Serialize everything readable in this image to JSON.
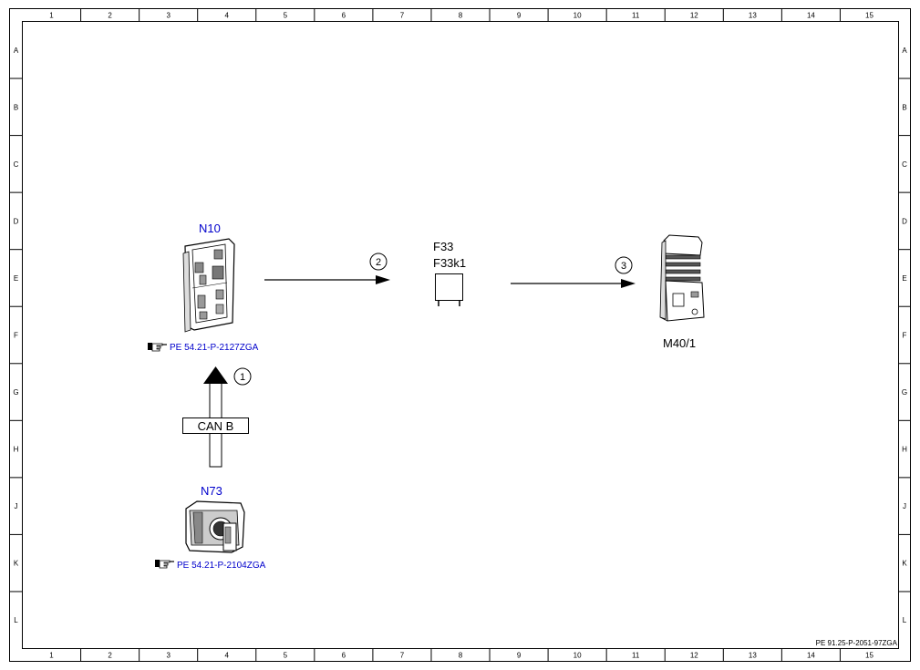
{
  "frame": {
    "columns": [
      "1",
      "2",
      "3",
      "4",
      "5",
      "6",
      "7",
      "8",
      "9",
      "10",
      "11",
      "12",
      "13",
      "14",
      "15"
    ],
    "rows": [
      "A",
      "B",
      "C",
      "D",
      "E",
      "F",
      "G",
      "H",
      "J",
      "K",
      "L"
    ],
    "document_code": "PE 91.25-P-2051-97ZGA"
  },
  "components": {
    "n10": {
      "label": "N10",
      "reference": "PE 54.21-P-2127ZGA"
    },
    "n73": {
      "label": "N73",
      "reference": "PE 54.21-P-2104ZGA"
    },
    "f33": {
      "label_line1": "F33",
      "label_line2": "F33k1"
    },
    "m40": {
      "label": "M40/1"
    }
  },
  "signals": {
    "can_bus_label": "CAN B",
    "step1": "1",
    "step2": "2",
    "step3": "3"
  },
  "colors": {
    "link_blue": "#0000cc",
    "line": "#000000"
  },
  "icons": {
    "reference_pointer": "hand-pointer-icon"
  }
}
